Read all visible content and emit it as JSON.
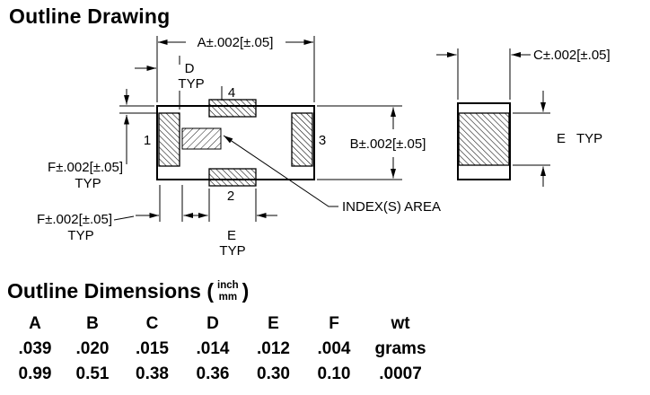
{
  "title": "Outline Drawing",
  "drawing": {
    "dim_a": "A±.002[±.05]",
    "dim_b": "B±.002[±.05]",
    "dim_c": "C±.002[±.05]",
    "dim_d_label": "D",
    "dim_d_typ": "TYP",
    "dim_e_bottom_label": "E",
    "dim_e_bottom_typ": "TYP",
    "dim_e_side_label": "E",
    "dim_e_side_typ": "TYP",
    "dim_f_upper": "F±.002[±.05]",
    "dim_f_upper_typ": "TYP",
    "dim_f_lower": "F±.002[±.05]",
    "dim_f_lower_typ": "TYP",
    "index_area_label": "INDEX(S)  AREA",
    "pin1": "1",
    "pin2": "2",
    "pin3": "3",
    "pin4": "4"
  },
  "dimensions": {
    "heading": "Outline Dimensions (",
    "unit_top": "inch",
    "unit_bottom": "mm",
    "heading_close": ")",
    "headers": [
      "A",
      "B",
      "C",
      "D",
      "E",
      "F",
      "wt"
    ],
    "inch_row": [
      ".039",
      ".020",
      ".015",
      ".014",
      ".012",
      ".004",
      "grams"
    ],
    "mm_row": [
      "0.99",
      "0.51",
      "0.38",
      "0.36",
      "0.30",
      "0.10",
      ".0007"
    ]
  }
}
